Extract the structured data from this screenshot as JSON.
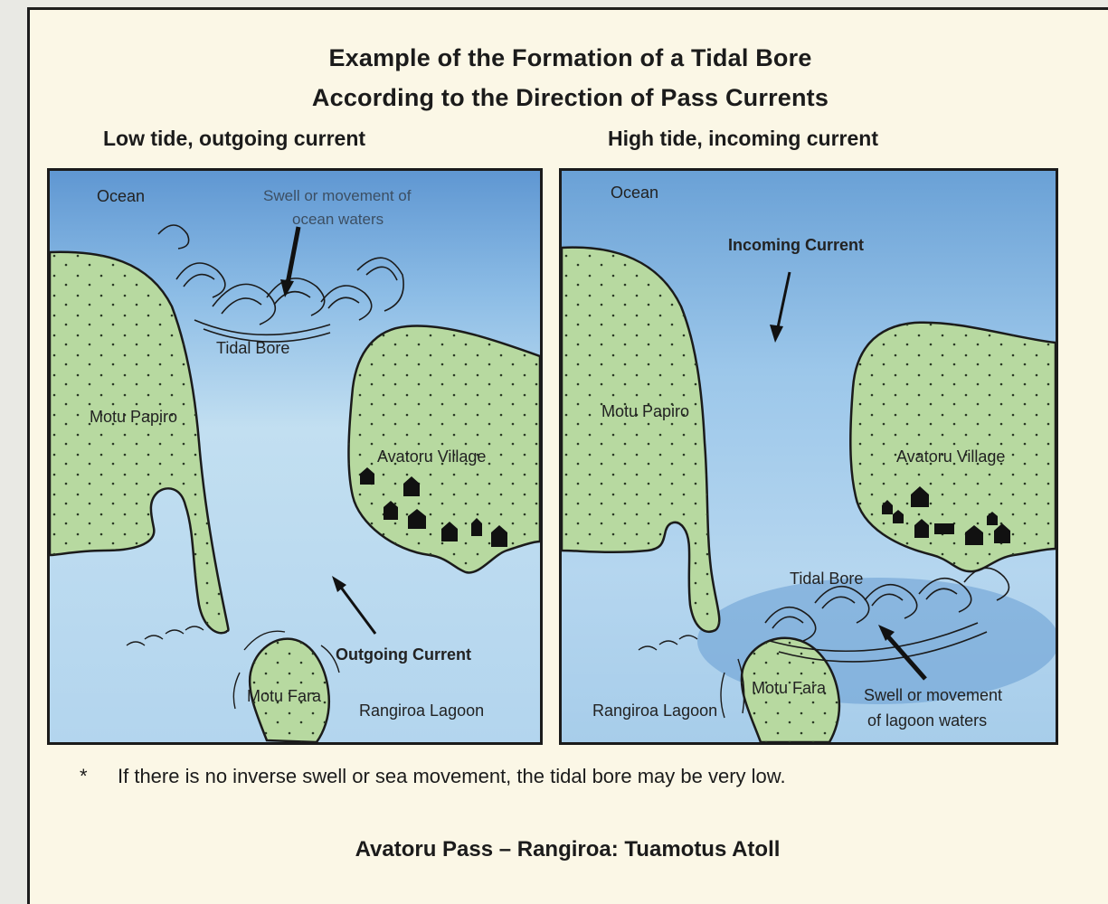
{
  "title": {
    "line1": "Example of the Formation of a Tidal Bore",
    "line2": "According to the Direction of Pass Currents"
  },
  "panels": {
    "left": {
      "subtitle": "Low tide, outgoing current",
      "labels": {
        "ocean": "Ocean",
        "swell": "Swell or movement of",
        "swell2": "ocean waters",
        "tidal_bore": "Tidal Bore",
        "motu_papiro": "Motu Papiro",
        "village": "Avatoru Village",
        "current": "Outgoing Current",
        "motu_fara": "Motu Fara",
        "lagoon": "Rangiroa Lagoon"
      }
    },
    "right": {
      "subtitle": "High tide, incoming current",
      "labels": {
        "ocean": "Ocean",
        "current": "Incoming Current",
        "motu_papiro": "Motu Papiro",
        "village": "Avatoru Village",
        "tidal_bore": "Tidal Bore",
        "motu_fara": "Motu Fara",
        "swell": "Swell or movement",
        "swell2": "of lagoon waters",
        "lagoon": "Rangiroa Lagoon"
      }
    }
  },
  "footnote": {
    "marker": "*",
    "text": "If there is no inverse swell or sea movement, the tidal bore may be very low."
  },
  "caption": "Avatoru Pass – Rangiroa: Tuamotus Atoll",
  "colors": {
    "land": "#b7d9a0",
    "ocean": "#6fa3d6",
    "water": "#b9d8ef",
    "frame": "#fbf7e6",
    "ink": "#1b1b1b"
  }
}
